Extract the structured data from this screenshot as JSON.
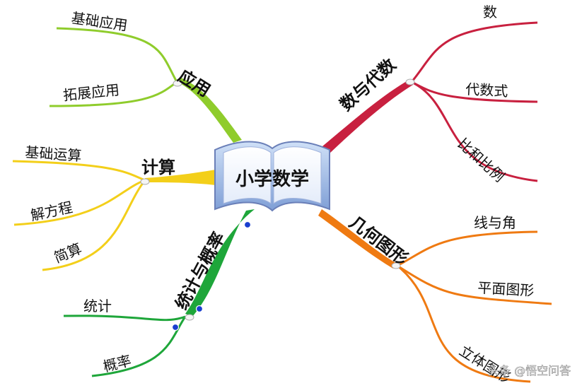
{
  "center": {
    "title": "小学数学"
  },
  "branches": [
    {
      "id": "yingyong",
      "label": "应用",
      "color": "#8fcc2c",
      "children": [
        "基础应用",
        "拓展应用"
      ]
    },
    {
      "id": "jisuan",
      "label": "计算",
      "color": "#f3cf1a",
      "children": [
        "基础运算",
        "解方程",
        "简算"
      ]
    },
    {
      "id": "tongji",
      "label": "统计与概率",
      "color": "#1ea63a",
      "children": [
        "统计",
        "概率"
      ]
    },
    {
      "id": "shuyudaishu",
      "label": "数与代数",
      "color": "#c8203f",
      "children": [
        "数",
        "代数式",
        "比和比例"
      ]
    },
    {
      "id": "jihe",
      "label": "几何图形",
      "color": "#ef7a12",
      "children": [
        "线与角",
        "平面图形",
        "立体图形"
      ]
    }
  ],
  "watermark": "头条 @悟空问答"
}
